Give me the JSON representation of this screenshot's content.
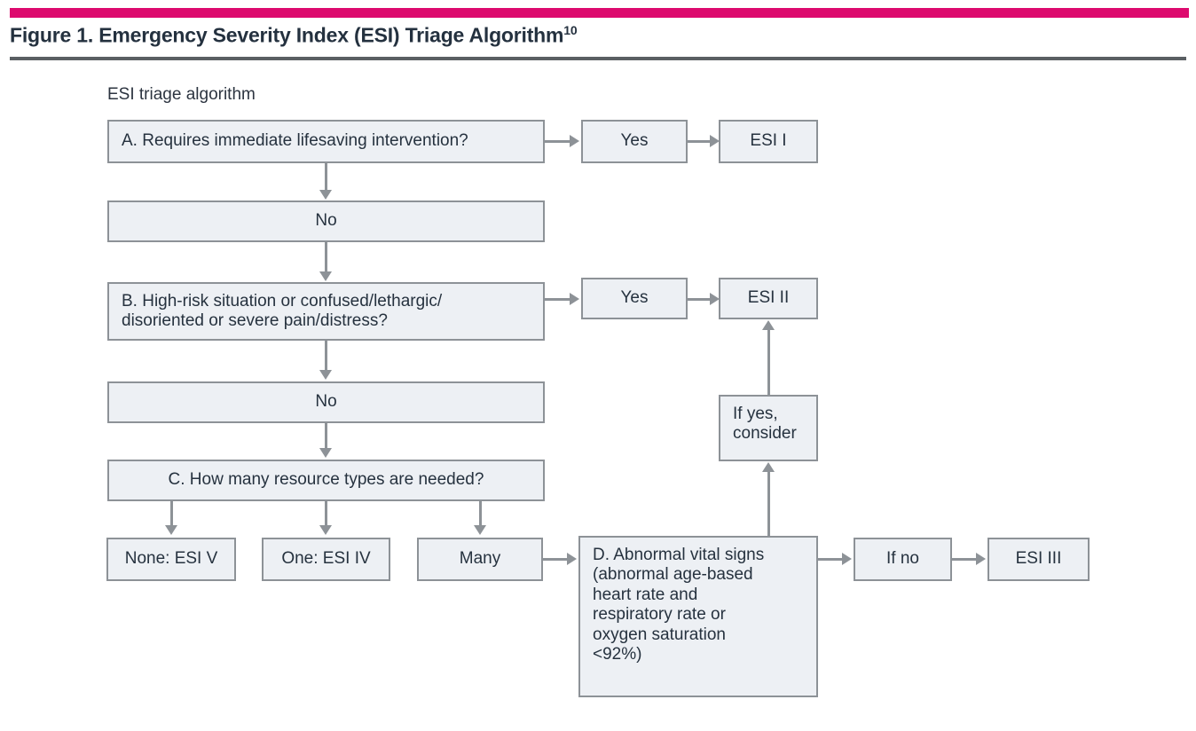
{
  "header": {
    "title_text": "Figure 1. Emergency Severity Index (ESI) Triage Algorithm",
    "title_superscript": "10",
    "rule_color": "#dd0a6e",
    "divider_color": "#5a5f63"
  },
  "diagram": {
    "subtitle": "ESI triage algorithm",
    "box_fill": "#edf0f4",
    "box_border": "#8d9297",
    "connector_color": "#8d9297",
    "nodes": {
      "a_question": "A. Requires immediate lifesaving intervention?",
      "a_yes": "Yes",
      "esi_1": "ESI I",
      "no_1": "No",
      "b_question": "B. High-risk situation or confused/lethargic/\ndisoriented or severe pain/distress?",
      "b_yes": "Yes",
      "esi_2": "ESI II",
      "no_2": "No",
      "c_question": "C. How many resource types are needed?",
      "c_none": "None: ESI V",
      "c_one": "One: ESI IV",
      "c_many": "Many",
      "d_question": "D. Abnormal vital signs\n(abnormal age-based\nheart rate and\nrespiratory rate or\noxygen saturation\n<92%)",
      "if_yes_consider": "If yes,\nconsider",
      "if_no": "If no",
      "esi_3": "ESI III"
    }
  }
}
